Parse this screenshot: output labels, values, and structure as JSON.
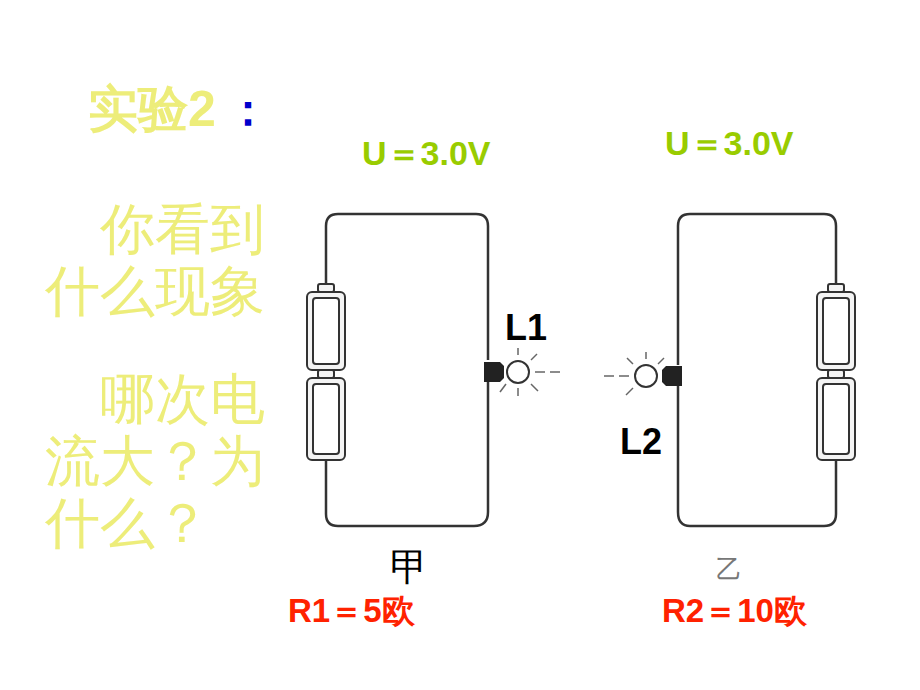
{
  "diagram": {
    "labels": [
      "实验2",
      "：",
      "你看到什么现象",
      "哪次电流大？为什么？",
      "U＝3.0V",
      "U＝3.0V",
      "L1",
      "L2",
      "甲",
      "乙",
      "R1＝5欧",
      "R2＝10欧"
    ]
  }
}
